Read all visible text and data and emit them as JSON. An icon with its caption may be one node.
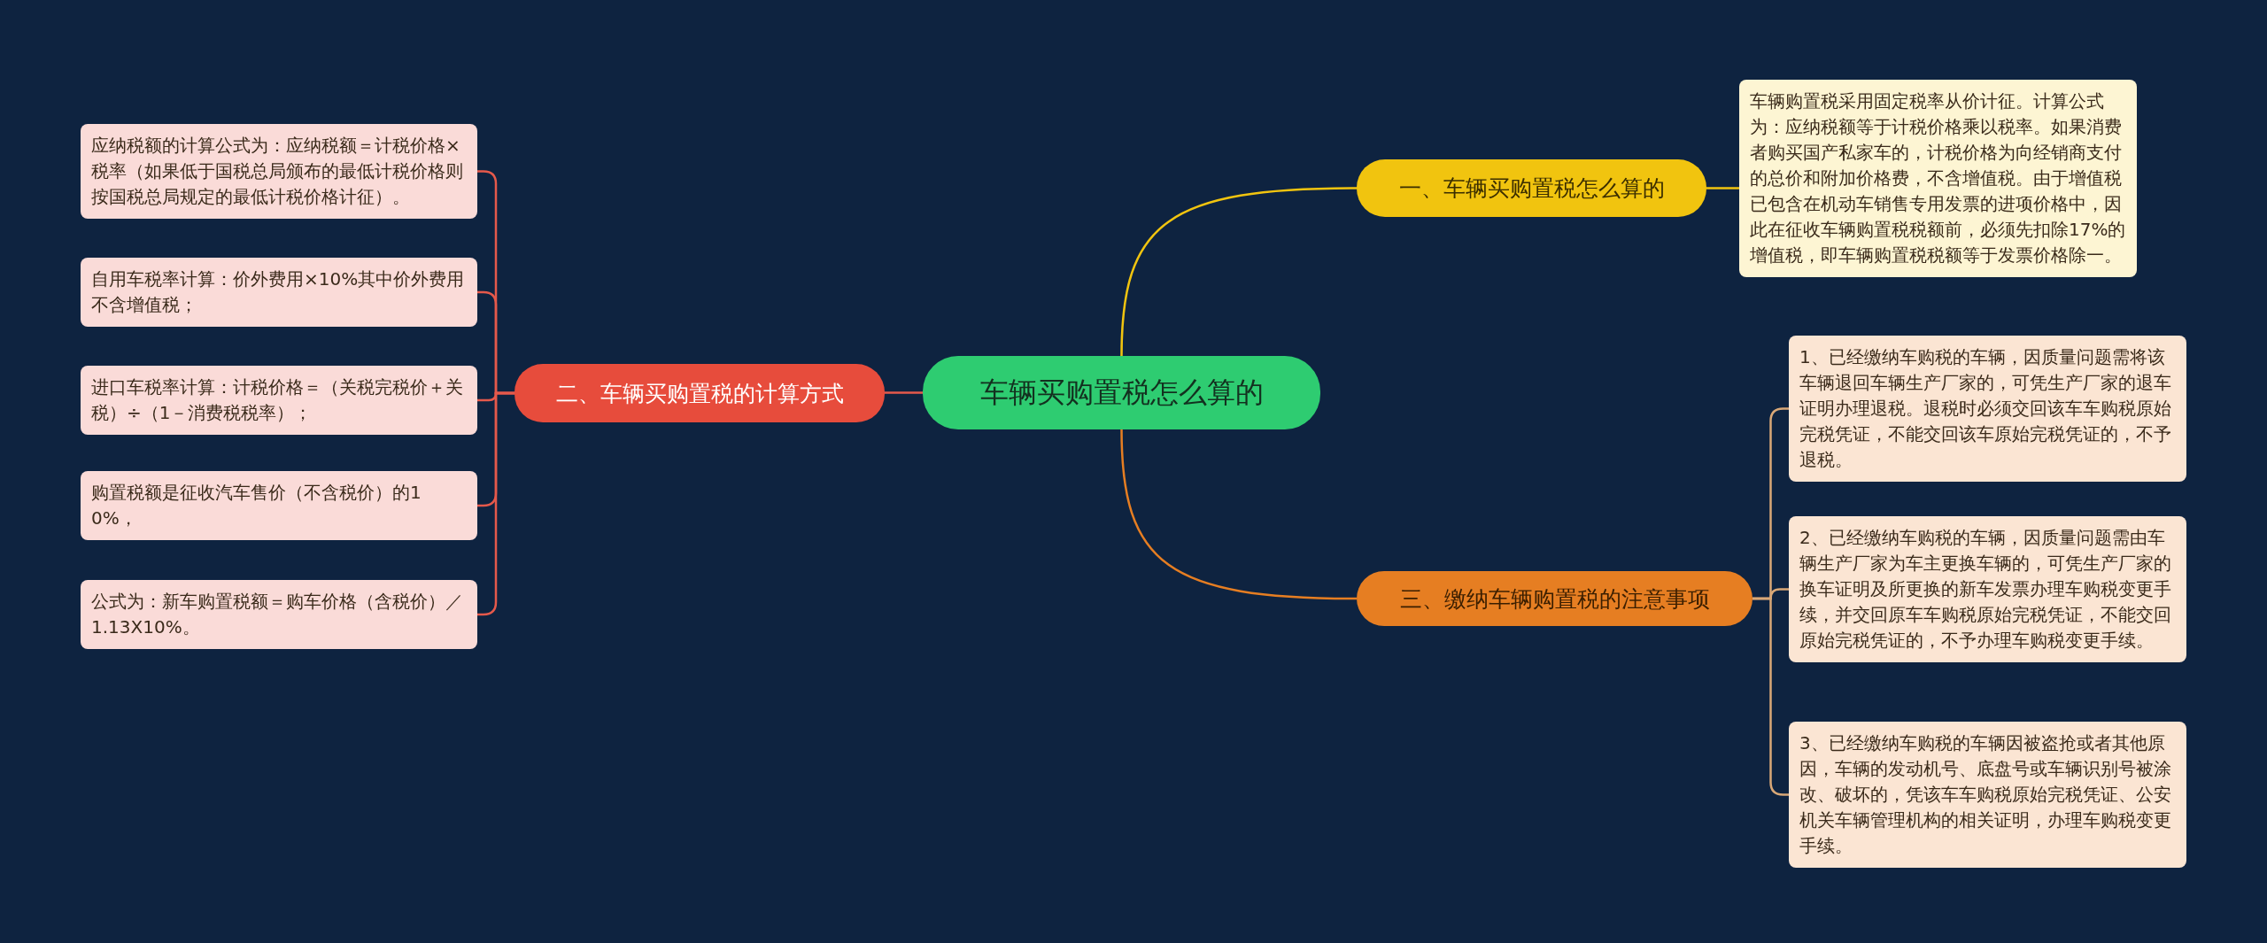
{
  "diagram": {
    "nodes": [
      {
        "text": [
          "车辆买购置税怎么算的"
        ]
      },
      {
        "text": [
          "一、车辆买购置税怎么算的"
        ]
      },
      {
        "text": [
          "车辆购置税采用固定税率从价计征。计算公式为：应纳税额等于计税价格乘以税率。如果消费者购买国产私家车的，计税价格为向经销商支付的总价和附加价格费，不含增值税。由于增值税已包含在机动车销售专用发票的进项价格中，因此在征收车辆购置税税额前，必须先扣除17%的增值税，即车辆购置税税额等于发票价格除一。"
        ]
      },
      {
        "text": [
          "二、车辆买购置税的计算方式"
        ]
      },
      {
        "text": [
          "应纳税额的计算公式为：应纳税额＝计税价格×税率（如果低于国税总局颁布的最低计税价格则按国税总局规定的最低计税价格计征）。"
        ]
      },
      {
        "text": [
          "自用车税率计算：价外费用×10%其中价外费用不含增值税；"
        ]
      },
      {
        "text": [
          "进口车税率计算：计税价格＝（关税完税价＋关税）÷（1－消费税税率）；"
        ]
      },
      {
        "text": [
          "购置税额是征收汽车售价（不含税价）的10%，"
        ]
      },
      {
        "text": [
          "公式为：新车购置税额＝购车价格（含税价）／1.13X10%。"
        ]
      },
      {
        "text": [
          "三、缴纳车辆购置税的注意事项"
        ]
      },
      {
        "text": [
          "1、已经缴纳车购税的车辆，因质量问题需将该车辆退回车辆生产厂家的，可凭生产厂家的退车证明办理退税。退税时必须交回该车车购税原始完税凭证，不能交回该车原始完税凭证的，不予退税。"
        ]
      },
      {
        "text": [
          "2、已经缴纳车购税的车辆，因质量问题需由车辆生产厂家为车主更换车辆的，可凭生产厂家的换车证明及所更换的新车发票办理车购税变更手续，并交回原车车购税原始完税凭证，不能交回原始完税凭证的，不予办理车购税变更手续。"
        ]
      },
      {
        "text": [
          "3、已经缴纳车购税的车辆因被盗抢或者其他原因，车辆的发动机号、底盘号或车辆识别号被涂改、破坏的，凭该车车购税原始完税凭证、公安机关车辆管理机构的相关证明，办理车购税变更手续。"
        ]
      }
    ],
    "edges": [
      {
        "from": 0,
        "to": 1,
        "arrow": "none",
        "color": "#f1c40f"
      },
      {
        "from": 1,
        "to": 2,
        "arrow": "none",
        "color": "#f1c40f"
      },
      {
        "from": 0,
        "to": 3,
        "arrow": "none"
      },
      {
        "from": 3,
        "to": 4,
        "arrow": "none"
      },
      {
        "from": 3,
        "to": 5,
        "arrow": "none"
      },
      {
        "from": 3,
        "to": 6,
        "arrow": "none"
      },
      {
        "from": 3,
        "to": 7,
        "arrow": "none"
      },
      {
        "from": 3,
        "to": 8,
        "arrow": "none"
      },
      {
        "from": 0,
        "to": 9,
        "arrow": "none",
        "color": "#e67e22"
      },
      {
        "from": 9,
        "to": 10,
        "arrow": "none",
        "color": "#d9a877"
      },
      {
        "from": 9,
        "to": 11,
        "arrow": "none",
        "color": "#d9a877"
      },
      {
        "from": 9,
        "to": 12,
        "arrow": "none",
        "color": "#d9a877"
      }
    ]
  }
}
